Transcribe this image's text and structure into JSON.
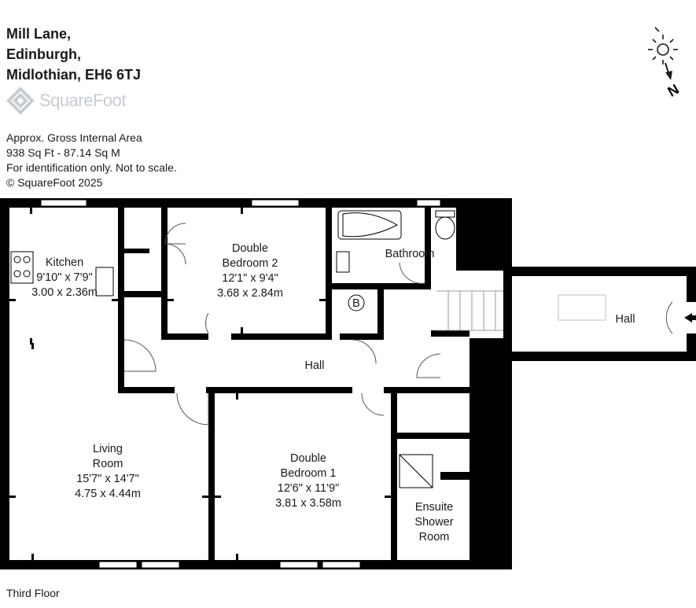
{
  "address": {
    "line1": "Mill Lane,",
    "line2": "Edinburgh,",
    "line3": "Midlothian, EH6 6TJ"
  },
  "logo": {
    "text": "SquareFoot"
  },
  "info": {
    "line1": "Approx. Gross Internal Area",
    "line2": "938 Sq Ft  -  87.14 Sq M",
    "line3": "For identification only. Not to scale.",
    "line4": "© SquareFoot 2025"
  },
  "compass": {
    "letter": "N",
    "icon": "sun-icon"
  },
  "rooms": {
    "kitchen": {
      "name": "Kitchen",
      "imperial": "9'10\" x 7'9\"",
      "metric": "3.00 x 2.36m"
    },
    "bedroom2": {
      "name1": "Double",
      "name2": "Bedroom 2",
      "imperial": "12'1\" x 9'4\"",
      "metric": "3.68 x 2.84m"
    },
    "bathroom": {
      "name": "Bathroom"
    },
    "boiler": {
      "name": "B"
    },
    "hall_main": {
      "name": "Hall"
    },
    "hall_east": {
      "name": "Hall"
    },
    "living": {
      "name1": "Living",
      "name2": "Room",
      "imperial": "15'7\" x 14'7\"",
      "metric": "4.75 x 4.44m"
    },
    "bedroom1": {
      "name1": "Double",
      "name2": "Bedroom 1",
      "imperial": "12'6\" x 11'9\"",
      "metric": "3.81 x 3.58m"
    },
    "ensuite": {
      "name1": "Ensuite",
      "name2": "Shower",
      "name3": "Room"
    }
  },
  "floor_label": "Third Floor",
  "colors": {
    "wall": "#000000",
    "logo": "#c7ccd2",
    "fixture": "#bfbfbf"
  }
}
